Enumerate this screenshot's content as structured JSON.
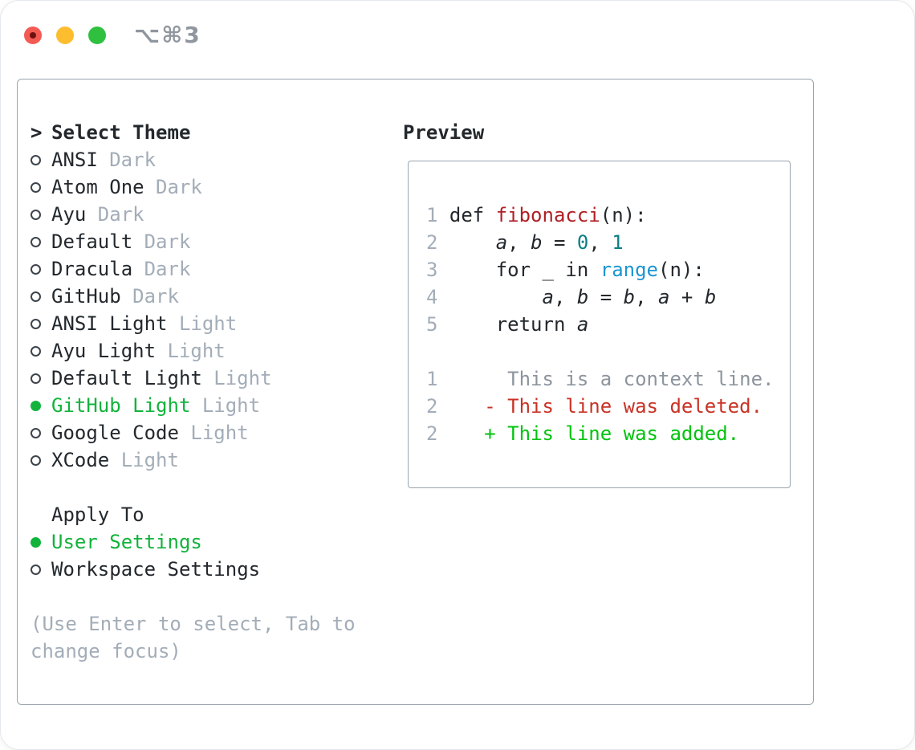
{
  "window": {
    "title": "⌥⌘3"
  },
  "selector": {
    "prompt": ">",
    "title": "Select Theme",
    "themes": [
      {
        "name": "ANSI",
        "variant": "Dark",
        "selected": false
      },
      {
        "name": "Atom One",
        "variant": "Dark",
        "selected": false
      },
      {
        "name": "Ayu",
        "variant": "Dark",
        "selected": false
      },
      {
        "name": "Default",
        "variant": "Dark",
        "selected": false
      },
      {
        "name": "Dracula",
        "variant": "Dark",
        "selected": false
      },
      {
        "name": "GitHub",
        "variant": "Dark",
        "selected": false
      },
      {
        "name": "ANSI Light",
        "variant": "Light",
        "selected": false
      },
      {
        "name": "Ayu Light",
        "variant": "Light",
        "selected": false
      },
      {
        "name": "Default Light",
        "variant": "Light",
        "selected": false
      },
      {
        "name": "GitHub Light",
        "variant": "Light",
        "selected": true
      },
      {
        "name": "Google Code",
        "variant": "Light",
        "selected": false
      },
      {
        "name": "XCode",
        "variant": "Light",
        "selected": false
      }
    ],
    "apply_to": {
      "title": "Apply To",
      "options": [
        {
          "label": "User Settings",
          "selected": true
        },
        {
          "label": "Workspace Settings",
          "selected": false
        }
      ]
    },
    "help_lines": [
      "(Use Enter to select, Tab to",
      "change focus)"
    ]
  },
  "preview": {
    "title": "Preview",
    "lines": [
      {
        "name": "code-line-1",
        "tokens": [
          [
            "1",
            "num"
          ],
          [
            " def ",
            "plain"
          ],
          [
            "fibonacci",
            "func"
          ],
          [
            "(n):",
            "plain"
          ]
        ]
      },
      {
        "name": "code-line-2",
        "tokens": [
          [
            "2",
            "num"
          ],
          [
            "     ",
            "plain"
          ],
          [
            "a",
            "var"
          ],
          [
            ", ",
            "plain"
          ],
          [
            "b",
            "var"
          ],
          [
            " = ",
            "plain"
          ],
          [
            "0",
            "number"
          ],
          [
            ", ",
            "plain"
          ],
          [
            "1",
            "number"
          ]
        ]
      },
      {
        "name": "code-line-3",
        "tokens": [
          [
            "3",
            "num"
          ],
          [
            "     for _ in ",
            "plain"
          ],
          [
            "range",
            "builtin"
          ],
          [
            "(n):",
            "plain"
          ]
        ]
      },
      {
        "name": "code-line-4",
        "tokens": [
          [
            "4",
            "num"
          ],
          [
            "         ",
            "plain"
          ],
          [
            "a",
            "var"
          ],
          [
            ", ",
            "plain"
          ],
          [
            "b",
            "var"
          ],
          [
            " = ",
            "plain"
          ],
          [
            "b",
            "var"
          ],
          [
            ", ",
            "plain"
          ],
          [
            "a",
            "var"
          ],
          [
            " + ",
            "plain"
          ],
          [
            "b",
            "var"
          ]
        ]
      },
      {
        "name": "code-line-5",
        "tokens": [
          [
            "5",
            "num"
          ],
          [
            "     return ",
            "plain"
          ],
          [
            "a",
            "var"
          ]
        ]
      },
      {
        "name": "blank-line",
        "tokens": []
      },
      {
        "name": "diff-context-line",
        "tokens": [
          [
            "1",
            "num"
          ],
          [
            "      This is a context line.",
            "context"
          ]
        ]
      },
      {
        "name": "diff-deleted-line",
        "tokens": [
          [
            "2",
            "num"
          ],
          [
            "    - This line was deleted.",
            "deleted"
          ]
        ]
      },
      {
        "name": "diff-added-line",
        "tokens": [
          [
            "2",
            "num"
          ],
          [
            "    + This line was added.",
            "added"
          ]
        ]
      }
    ]
  },
  "colors": {
    "selected_green": "#12b33c",
    "added_green": "#00c30d",
    "deleted_red": "#c93225",
    "function_red": "#b01f24",
    "number_teal": "#0e7d85",
    "builtin_blue": "#1c95d2",
    "muted_gray": "#a3adb8",
    "text_dark": "#23282d",
    "border_gray": "#9aa4ae"
  }
}
